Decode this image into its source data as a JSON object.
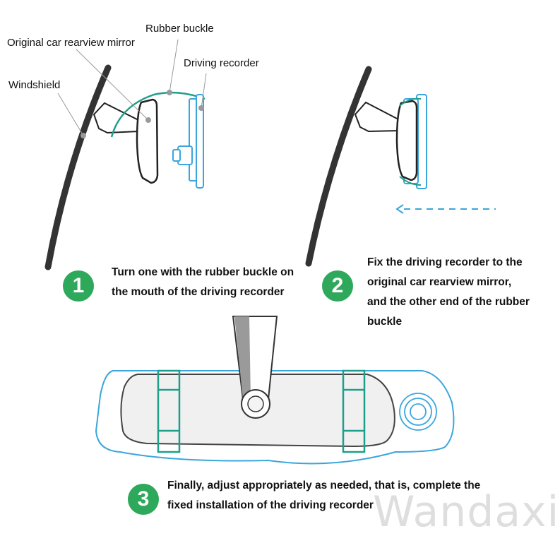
{
  "colors": {
    "badge": "#2ea85a",
    "recorder": "#3aa6dc",
    "buckle": "#1f9e8c",
    "leader": "#9a9a9a",
    "arrow": "#3aa6dc"
  },
  "labels": {
    "rubber_buckle": "Rubber buckle",
    "original_mirror": "Original car rearview mirror",
    "driving_recorder": "Driving recorder",
    "windshield": "Windshield"
  },
  "steps": [
    {
      "number": "1",
      "lines": [
        "Turn one with the rubber buckle on",
        "the mouth of the driving recorder"
      ]
    },
    {
      "number": "2",
      "lines": [
        "Fix the driving recorder to the",
        "original car rearview mirror,",
        "and the other end of the rubber",
        "buckle"
      ]
    },
    {
      "number": "3",
      "lines": [
        "Finally, adjust appropriately as needed, that is, complete the",
        "fixed installation of the driving recorder"
      ]
    }
  ],
  "watermark": "Wandaxi"
}
